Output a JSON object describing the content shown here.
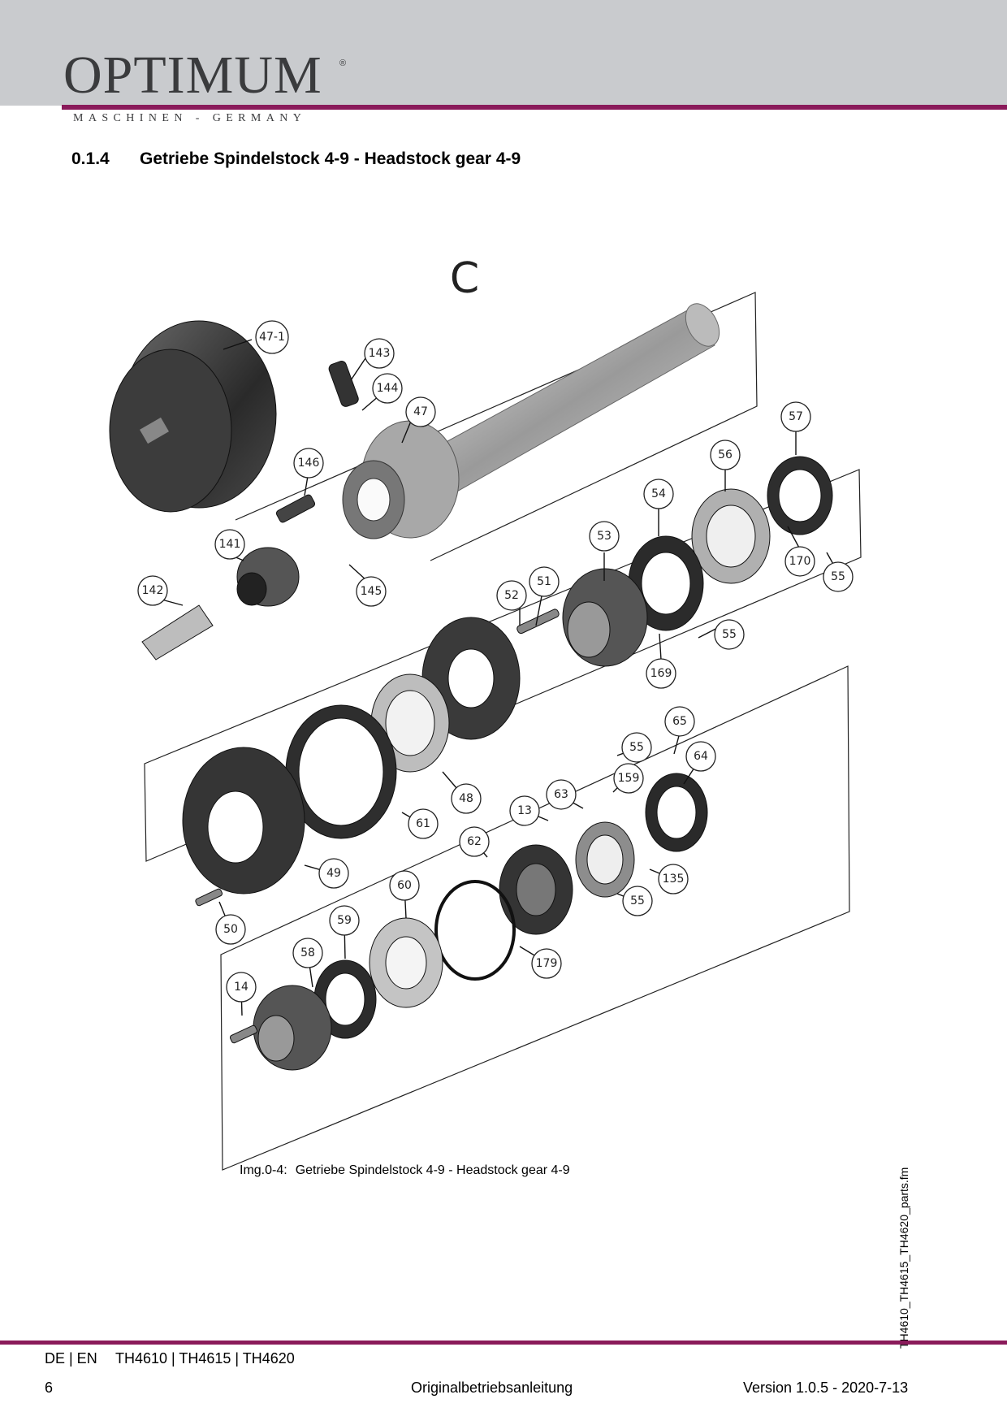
{
  "header": {
    "brand": "OPTIMUM",
    "registered_mark": "®",
    "tagline": "MASCHINEN - GERMANY",
    "colors": {
      "band": "#c9cbce",
      "accent": "#8a1a5a",
      "logo": "#3a3b3d"
    }
  },
  "section": {
    "number": "0.1.4",
    "title": "Getriebe Spindelstock 4-9 - Headstock gear 4-9"
  },
  "drawing": {
    "group_mark": "C",
    "part_numbers": [
      "47-1",
      "143",
      "144",
      "47",
      "146",
      "141",
      "142",
      "145",
      "57",
      "56",
      "54",
      "53",
      "170",
      "55",
      "51",
      "52",
      "55",
      "169",
      "65",
      "55",
      "64",
      "159",
      "63",
      "13",
      "48",
      "61",
      "62",
      "135",
      "55",
      "49",
      "60",
      "50",
      "59",
      "179",
      "58",
      "14"
    ]
  },
  "caption": {
    "label": "Img.0-4:",
    "text": "Getriebe Spindelstock 4-9 - Headstock gear 4-9"
  },
  "side_file": "TH4610_TH4615_TH4620_parts.fm",
  "footer": {
    "languages": "DE | EN",
    "models": "TH4610 | TH4615 | TH4620",
    "page": "6",
    "document": "Originalbetriebsanleitung",
    "version": "Version 1.0.5 - 2020-7-13"
  }
}
